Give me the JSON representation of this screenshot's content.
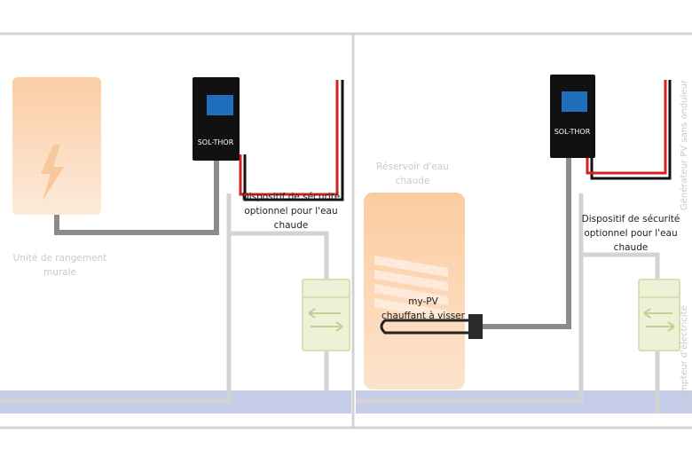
{
  "left": {
    "storage_unit_label": "Unité de rangement\nmurale",
    "controller_label": "SOL-THOR",
    "safety_label": "Dispositif de sécurité\noptionnel pour l'eau\nchaude"
  },
  "right": {
    "tank_label": "Réservoir d'eau\nchaude",
    "controller_label": "SOL-THOR",
    "heater_label": "my-PV\nchauffant à visser",
    "safety_label": "Dispositif de sécurité\noptionnel pour l'eau\nchaude",
    "pv_generator_label": "Générateur PV sans onduleur",
    "meter_label": "Compteur d'électricité"
  },
  "colors": {
    "wall": "#d3d3d3",
    "floor": "#c5cde9",
    "cable_gray": "#8c8c8c",
    "cable_red": "#d42020",
    "cable_black": "#111111",
    "peach": "#fbd0a8",
    "controller_body": "#111111",
    "controller_screen": "#1f6fbd",
    "meter": "#eef1d6",
    "meter_border": "#d9dfb2"
  }
}
